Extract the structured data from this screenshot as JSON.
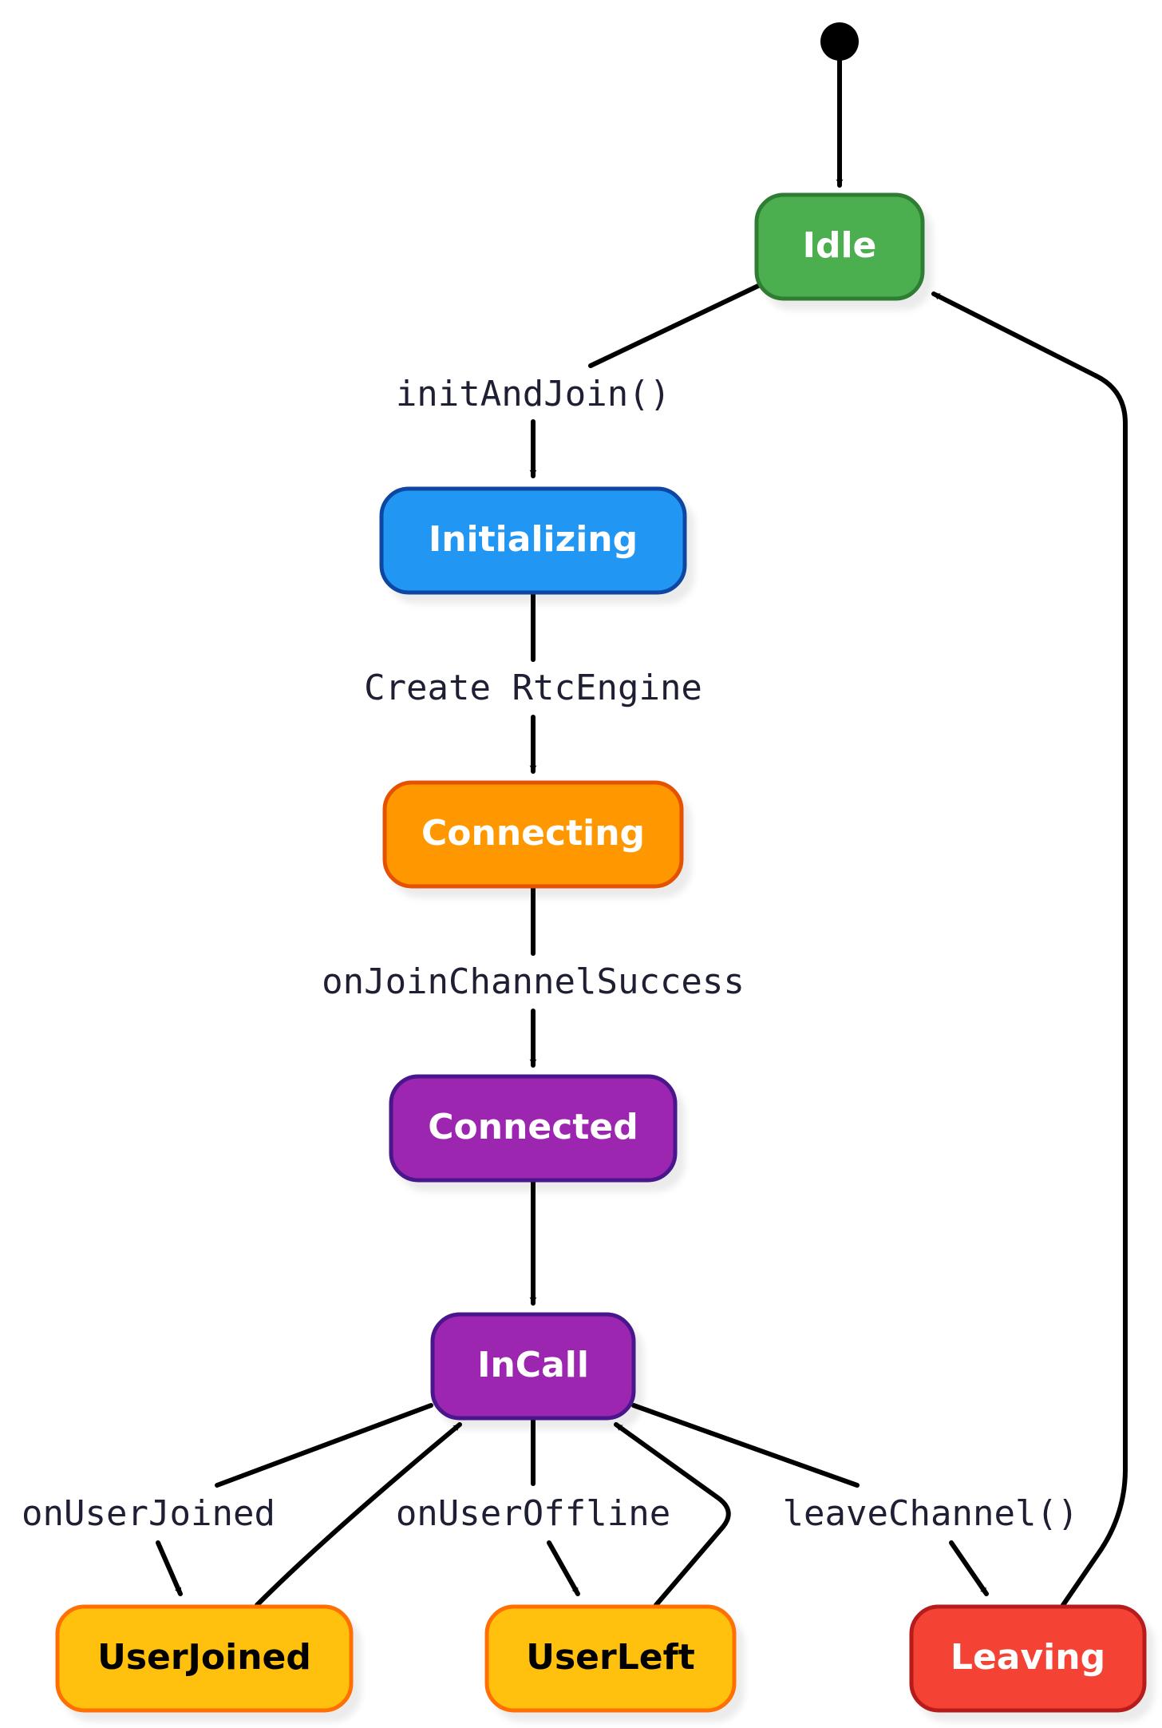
{
  "diagram": {
    "states": {
      "idle": {
        "label": "Idle",
        "fill": "#4CAF50",
        "stroke": "#2E7D32",
        "text_color": "#ffffff"
      },
      "initializing": {
        "label": "Initializing",
        "fill": "#2196F3",
        "stroke": "#0D47A1",
        "text_color": "#ffffff"
      },
      "connecting": {
        "label": "Connecting",
        "fill": "#FF9800",
        "stroke": "#E65100",
        "text_color": "#ffffff"
      },
      "connected": {
        "label": "Connected",
        "fill": "#9C27B0",
        "stroke": "#4A148C",
        "text_color": "#ffffff"
      },
      "incall": {
        "label": "InCall",
        "fill": "#9C27B0",
        "stroke": "#4A148C",
        "text_color": "#ffffff"
      },
      "userjoined": {
        "label": "UserJoined",
        "fill": "#FFC107",
        "stroke": "#FF6F00",
        "text_color": "#000000"
      },
      "userleft": {
        "label": "UserLeft",
        "fill": "#FFC107",
        "stroke": "#FF6F00",
        "text_color": "#000000"
      },
      "leaving": {
        "label": "Leaving",
        "fill": "#F44336",
        "stroke": "#B71C1C",
        "text_color": "#ffffff"
      }
    },
    "transitions": {
      "init_and_join": "initAndJoin()",
      "create_rtc_engine": "Create RtcEngine",
      "on_join_channel_success": "onJoinChannelSuccess",
      "on_user_joined": "onUserJoined",
      "on_user_offline": "onUserOffline",
      "leave_channel": "leaveChannel()"
    }
  }
}
